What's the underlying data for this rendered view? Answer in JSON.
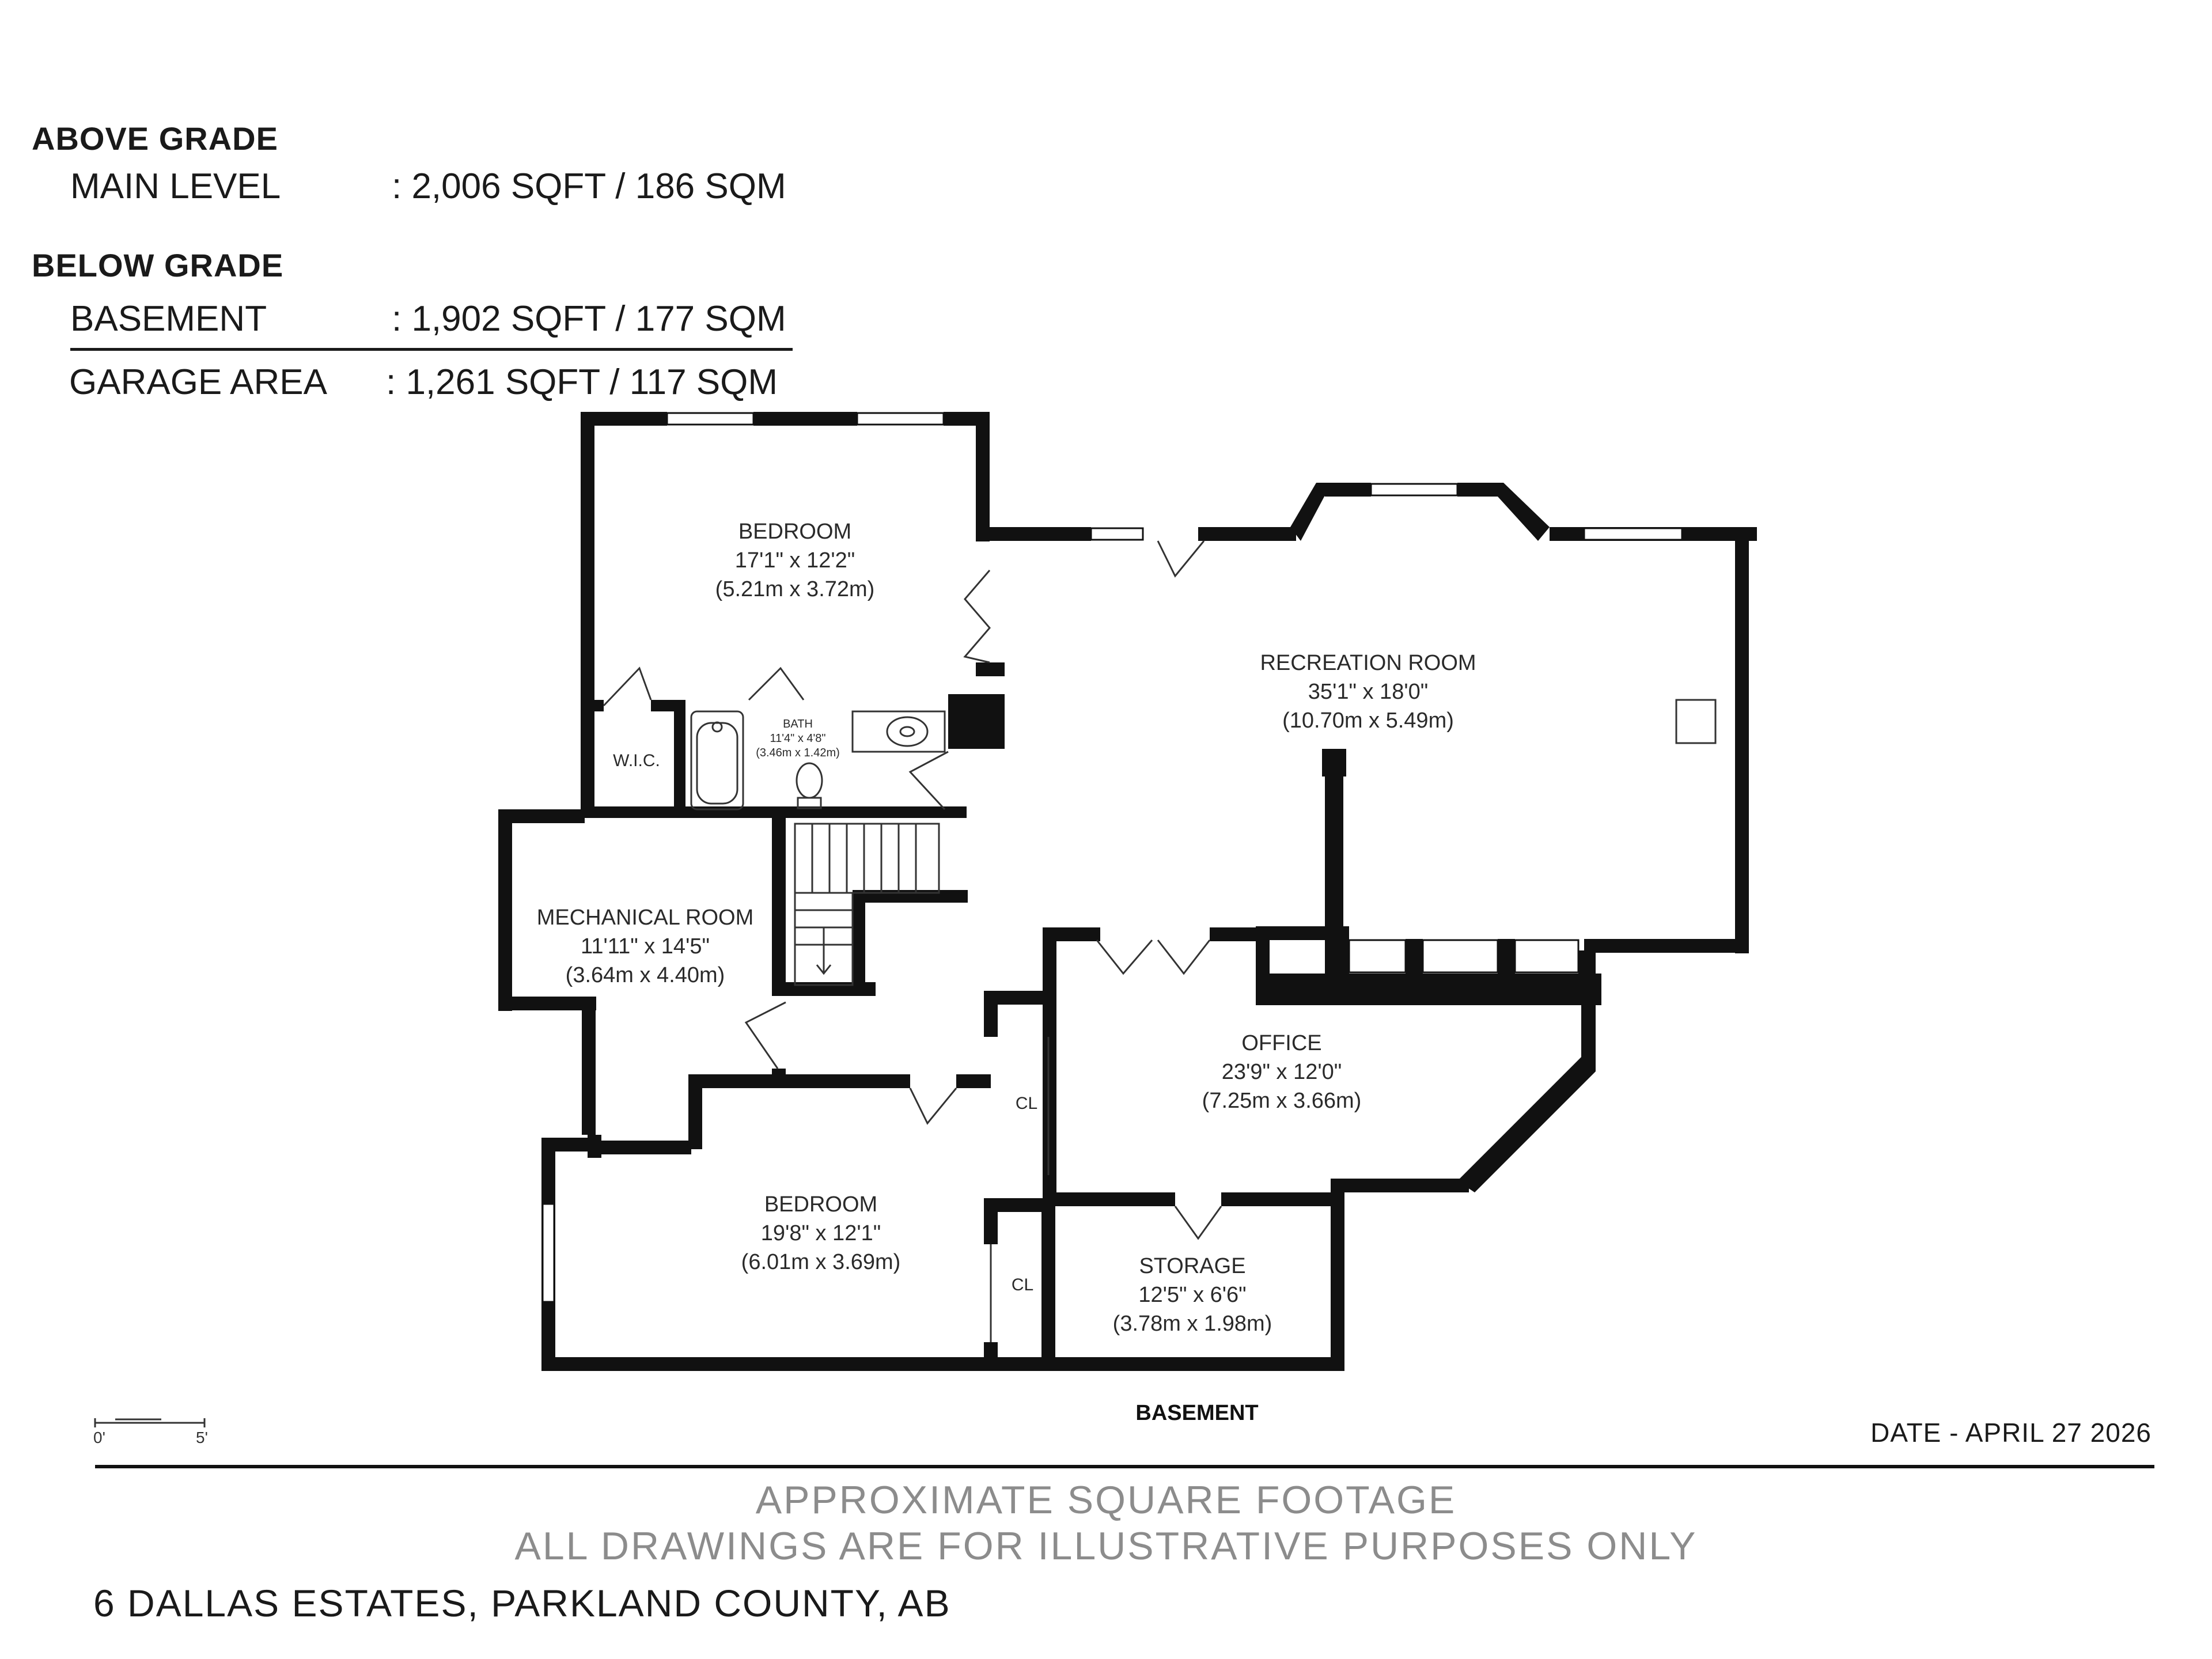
{
  "summary": {
    "above_grade_title": "ABOVE GRADE",
    "main_level_label": "MAIN LEVEL",
    "main_level_value": ": 2,006 SQFT / 186 SQM",
    "below_grade_title": "BELOW GRADE",
    "basement_label": "BASEMENT",
    "basement_value": ": 1,902 SQFT / 177 SQM",
    "garage_label": "GARAGE AREA",
    "garage_value": ": 1,261 SQFT / 117 SQM"
  },
  "rooms": {
    "bedroom_top": {
      "name": "BEDROOM",
      "dims": "17'1\" x 12'2\"",
      "metric": "(5.21m x 3.72m)"
    },
    "recreation": {
      "name": "RECREATION ROOM",
      "dims": "35'1\" x 18'0\"",
      "metric": "(10.70m x 5.49m)"
    },
    "bath": {
      "name": "BATH",
      "dims": "11'4\" x 4'8\"",
      "metric": "(3.46m x 1.42m)"
    },
    "wic": {
      "name": "W.I.C."
    },
    "mechanical": {
      "name": "MECHANICAL ROOM",
      "dims": "11'11\" x 14'5\"",
      "metric": "(3.64m x 4.40m)"
    },
    "office": {
      "name": "OFFICE",
      "dims": "23'9\" x 12'0\"",
      "metric": "(7.25m x 3.66m)"
    },
    "bedroom_bottom": {
      "name": "BEDROOM",
      "dims": "19'8\" x 12'1\"",
      "metric": "(6.01m x 3.69m)"
    },
    "storage": {
      "name": "STORAGE",
      "dims": "12'5\" x 6'6\"",
      "metric": "(3.78m x 1.98m)"
    },
    "closet_1": {
      "name": "CL"
    },
    "closet_2": {
      "name": "CL"
    }
  },
  "floor_label": "BASEMENT",
  "scale": {
    "start": "0'",
    "end": "5'"
  },
  "date": "DATE - APRIL 27 2026",
  "disclaimer": {
    "line1": "APPROXIMATE SQUARE FOOTAGE",
    "line2": "ALL DRAWINGS ARE FOR ILLUSTRATIVE PURPOSES ONLY"
  },
  "address": "6 DALLAS ESTATES, PARKLAND COUNTY, AB",
  "colors": {
    "wall": "#111111",
    "text": "#2a2a2a",
    "disclaimer": "#8c8c8c"
  }
}
